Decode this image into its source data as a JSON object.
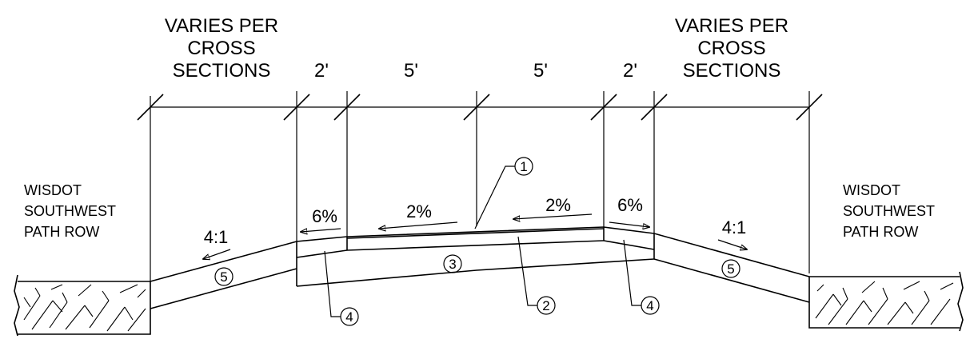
{
  "dimensions": {
    "left_varies": [
      "VARIES PER",
      "CROSS",
      "SECTIONS"
    ],
    "right_varies": [
      "VARIES PER",
      "CROSS",
      "SECTIONS"
    ],
    "left_2ft": "2'",
    "left_5ft": "5'",
    "right_5ft": "5'",
    "right_2ft": "2'"
  },
  "slopes": {
    "left_shoulder": "6%",
    "left_path": "2%",
    "right_path": "2%",
    "right_shoulder": "6%",
    "left_side": "4:1",
    "right_side": "4:1"
  },
  "row_labels": {
    "left": [
      "WISDOT",
      "SOUTHWEST",
      "PATH ROW"
    ],
    "right": [
      "WISDOT",
      "SOUTHWEST",
      "PATH ROW"
    ]
  },
  "callouts": {
    "c1": "1",
    "c2": "2",
    "c3": "3",
    "c4_left": "4",
    "c4_right": "4",
    "c5_left": "5",
    "c5_right": "5"
  }
}
